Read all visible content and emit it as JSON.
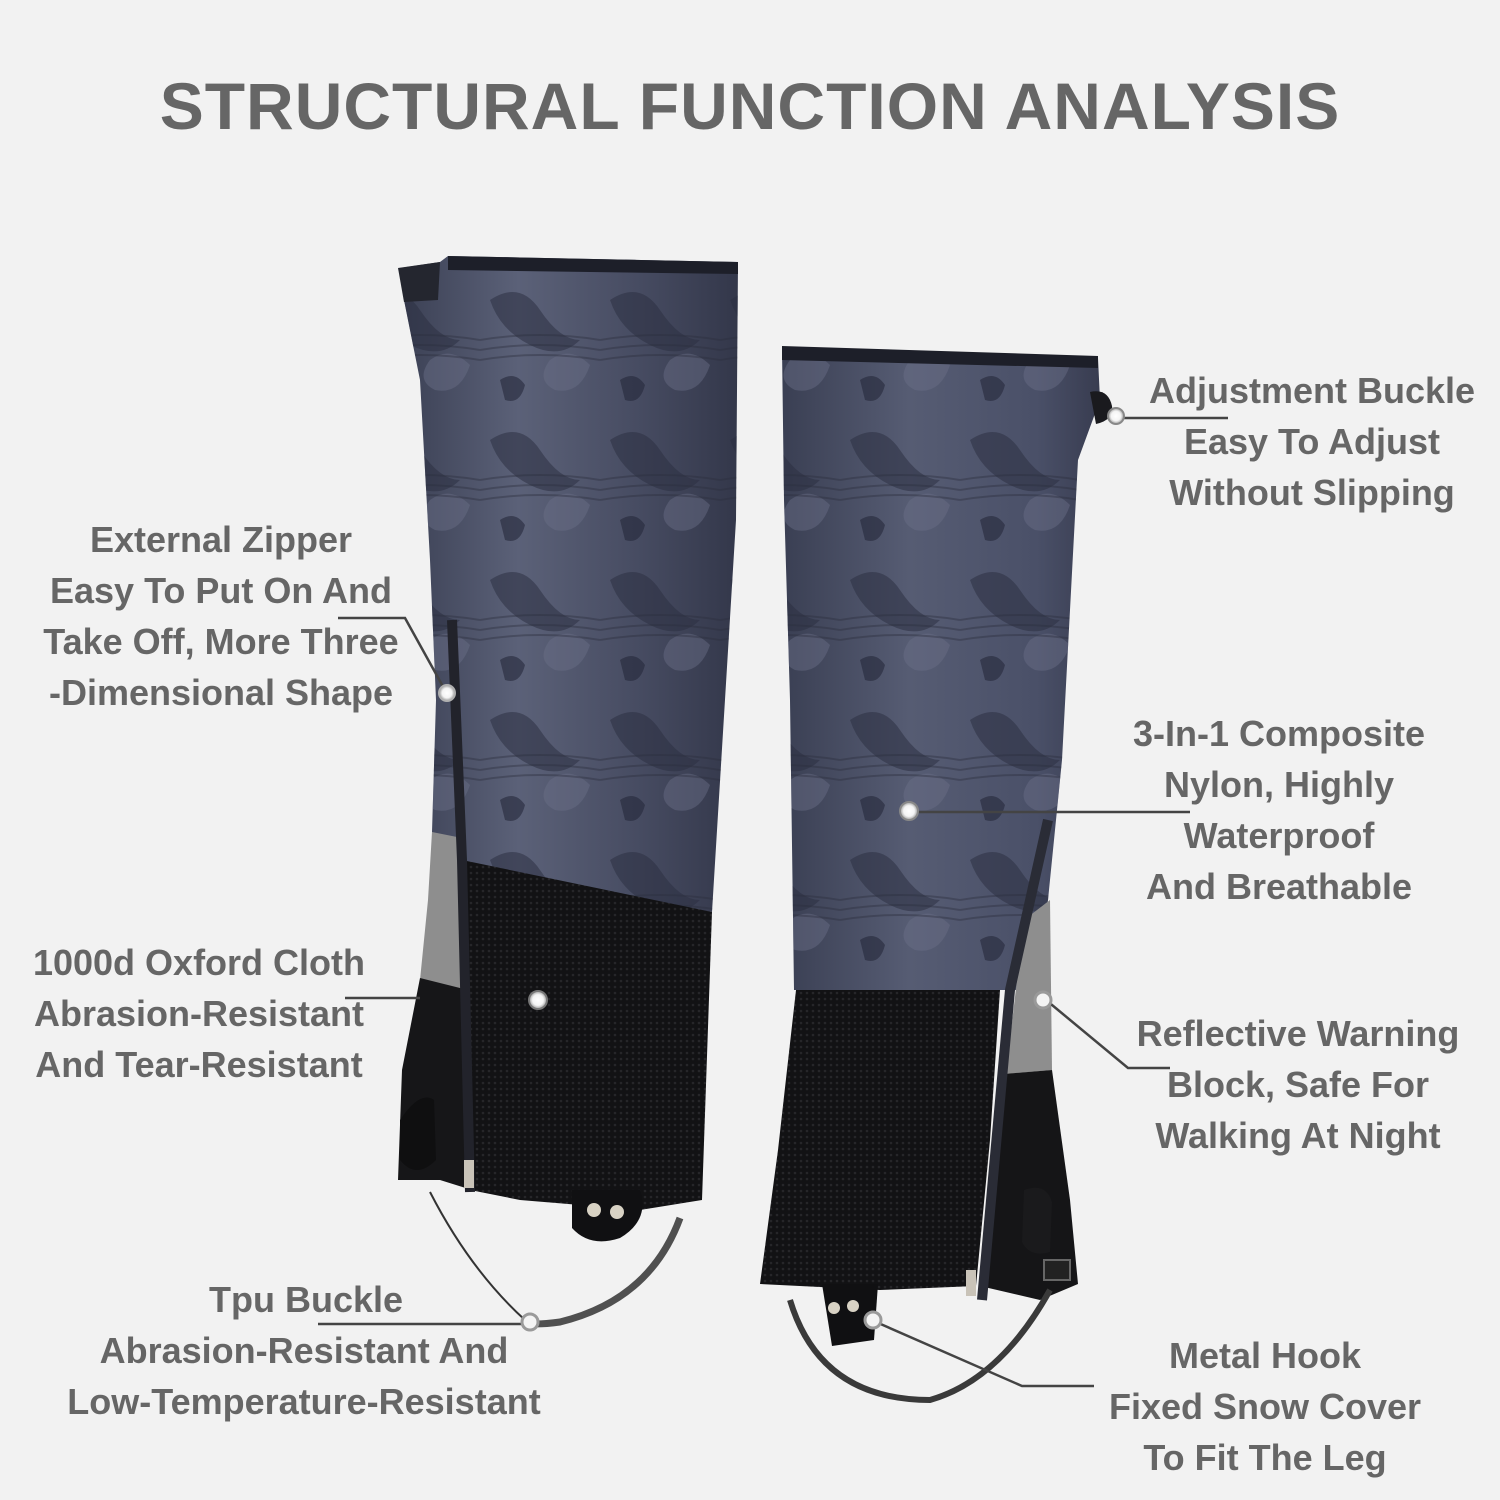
{
  "title": "STRUCTURAL FUNCTION ANALYSIS",
  "colors": {
    "background": "#f2f2f2",
    "text": "#666666",
    "gaiter_nylon": "#4a5066",
    "gaiter_oxford": "#151517",
    "reflective": "#9a9a9a",
    "callout_dot": "#ffffff",
    "leader_line": "#444444"
  },
  "callouts": {
    "external_zipper": {
      "lines": [
        "External Zipper",
        "Easy To Put On And",
        "Take Off, More Three",
        "-Dimensional Shape"
      ],
      "icon": "callout-dot"
    },
    "oxford_cloth": {
      "lines": [
        "1000d Oxford Cloth",
        "Abrasion-Resistant",
        "And Tear-Resistant"
      ],
      "icon": "callout-dot"
    },
    "tpu_buckle": {
      "lines": [
        "Tpu Buckle",
        "Abrasion-Resistant And",
        "Low-Temperature-Resistant"
      ],
      "icon": "callout-dot"
    },
    "adjustment_buckle": {
      "lines": [
        "Adjustment Buckle",
        "Easy To Adjust",
        "Without Slipping"
      ],
      "icon": "callout-dot"
    },
    "composite_nylon": {
      "lines": [
        "3-In-1 Composite",
        "Nylon, Highly",
        "Waterproof",
        "And Breathable"
      ],
      "icon": "callout-dot"
    },
    "reflective_block": {
      "lines": [
        "Reflective Warning",
        "Block, Safe For",
        "Walking At Night"
      ],
      "icon": "callout-dot"
    },
    "metal_hook": {
      "lines": [
        "Metal Hook",
        "Fixed Snow Cover",
        "To Fit The Leg"
      ],
      "icon": "callout-dot"
    }
  }
}
